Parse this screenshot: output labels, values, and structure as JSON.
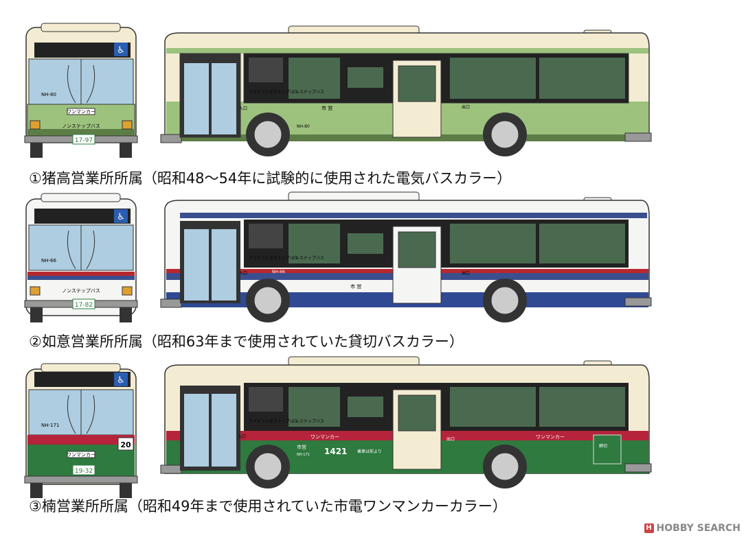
{
  "captions": [
    "①猪高営業所所属（昭和48〜54年に試験的に使用された電気バスカラー）",
    "②如意営業所所属（昭和63年まで使用されていた貸切バスカラー）",
    "③楠営業所所属（昭和49年まで使用されていた市電ワンマンカーカラー）"
  ],
  "buses": [
    {
      "livery": "green",
      "colors": {
        "top": "#f3ecd2",
        "band": "#9dc27e",
        "lower": "#9dc27e",
        "skirt": "#5d7d47",
        "stripe": "#f3ecd2"
      },
      "front_number": "NH-80",
      "front_oneman": "ワンマンカー",
      "front_nonstep": "ノンステップバス",
      "front_plate": "17-97",
      "side_idling": "アイドリングストップバス",
      "side_nonstep": "ノンステップバス",
      "side_entry": "入口",
      "side_name": "市 営",
      "side_number": "NH-80",
      "side_exit": "出口"
    },
    {
      "livery": "blue",
      "colors": {
        "top": "#f5f5f3",
        "band": "#3b4f8f",
        "lower": "#ffffff",
        "skirt": "#2f4a92",
        "stripe": "#b7282e"
      },
      "front_number": "NH-66",
      "front_nonstep": "ノンステップバス",
      "front_plate": "17-82",
      "side_idling": "アイドリングストップバス",
      "side_nonstep": "ノンステップバス",
      "side_entry": "入口",
      "side_name": "市 営",
      "side_number": "NH-66",
      "side_exit": "出口"
    },
    {
      "livery": "red-green",
      "colors": {
        "top": "#f3ecd2",
        "band": "#b5243a",
        "lower": "#2e7a3f",
        "skirt": "#2e7a3f",
        "stripe": "#b5243a"
      },
      "front_number": "NH-171",
      "front_oneman": "ワンマンカー",
      "front_route": "20",
      "front_plate": "19-32",
      "side_idling": "アイドリングストップバス",
      "side_nonstep": "ノンステップバス",
      "side_entry": "入口",
      "side_oneman": "ワンマンカー",
      "side_oneman2": "ワンマンカー",
      "side_name": "市営",
      "side_number": "NH-171",
      "side_fleet": "1421",
      "side_boarding": "乗車は前より",
      "side_exit": "出口",
      "side_reserved": "締切"
    }
  ],
  "footer": {
    "logo_text": "HOBBY SEARCH",
    "mark": "H"
  }
}
